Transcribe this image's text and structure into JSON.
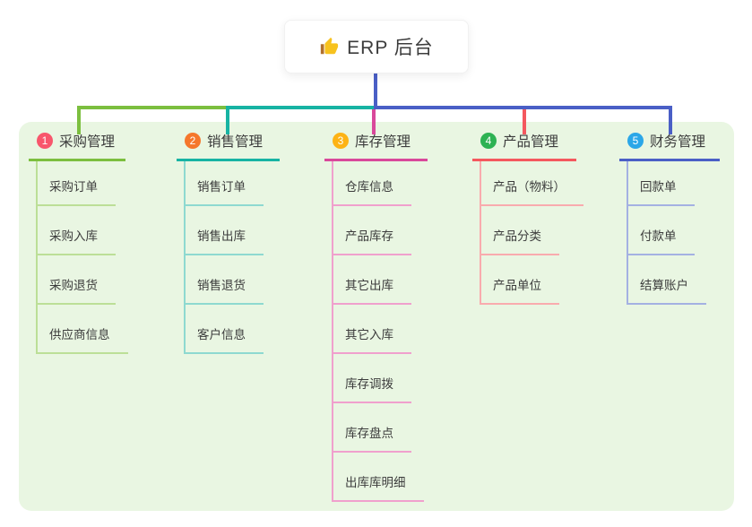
{
  "root": {
    "label": "ERP 后台",
    "icon": "thumbs-up-icon"
  },
  "branches": [
    {
      "number": "1",
      "label": "采购管理",
      "color": "#7cbf3f",
      "light_color": "#bcdf97",
      "badge_color": "#f8566c",
      "items": [
        "采购订单",
        "采购入库",
        "采购退货",
        "供应商信息"
      ]
    },
    {
      "number": "2",
      "label": "销售管理",
      "color": "#17b3a3",
      "light_color": "#8ed9d0",
      "badge_color": "#f5772c",
      "items": [
        "销售订单",
        "销售出库",
        "销售退货",
        "客户信息"
      ]
    },
    {
      "number": "3",
      "label": "库存管理",
      "color": "#d9489b",
      "light_color": "#f0a0cd",
      "badge_color": "#fdb315",
      "items": [
        "仓库信息",
        "产品库存",
        "其它出库",
        "其它入库",
        "库存调拨",
        "库存盘点",
        "出库库明细"
      ]
    },
    {
      "number": "4",
      "label": "产品管理",
      "color": "#f4585e",
      "light_color": "#f9abae",
      "badge_color": "#2db253",
      "items": [
        "产品（物料）",
        "产品分类",
        "产品单位"
      ]
    },
    {
      "number": "5",
      "label": "财务管理",
      "color": "#4a5fc6",
      "light_color": "#a4b1e2",
      "badge_color": "#2ba7e8",
      "items": [
        "回款单",
        "付款单",
        "结算账户"
      ]
    }
  ],
  "palette": {
    "trunk_color": "#4a5fc6",
    "panel_background": "#e9f6e2",
    "canvas_background": "#ffffff",
    "text_color": "#3c3c3c",
    "root_icon_yellow": "#f7c21e",
    "root_icon_brown": "#b06f2c"
  }
}
